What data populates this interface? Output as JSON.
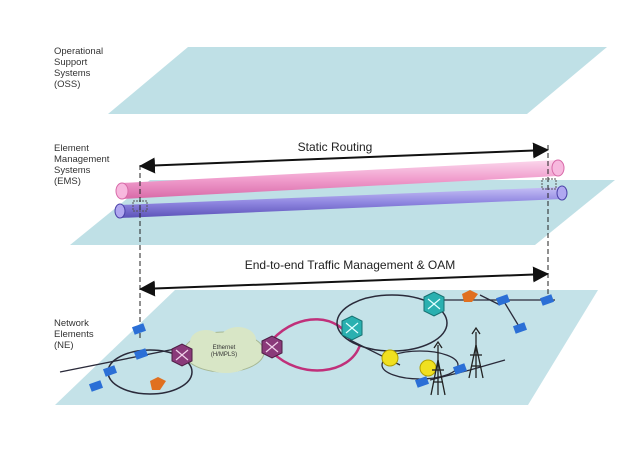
{
  "layers": {
    "oss": {
      "label": "Operational\nSupport\nSystems\n(OSS)"
    },
    "ems": {
      "label": "Element\nManagement\nSystems\n(EMS)"
    },
    "ne": {
      "label": "Network\nElements\n(NE)"
    }
  },
  "arrows": {
    "static_routing": "Static Routing",
    "end_to_end": "End-to-end Traffic Management & OAM"
  },
  "cloud": {
    "label": "Ethernet\n(H/MPLS)"
  },
  "colors": {
    "plane_fill": "#bfe0e6",
    "pink_pipe": "#f0a6d2",
    "purple_pipe": "#8f86e0",
    "ring_dark": "#2a2a3a",
    "ring_magenta": "#c0307a",
    "switch_blue": "#2b6fd6",
    "router_purple": "#8a3a7a",
    "router_teal": "#2ab0b0",
    "node_orange": "#e07020",
    "node_yellow": "#f0e020"
  },
  "icons": {
    "router": "router-icon",
    "switch": "switch-icon",
    "tower": "cell-tower-icon",
    "cloud": "cloud-icon"
  }
}
